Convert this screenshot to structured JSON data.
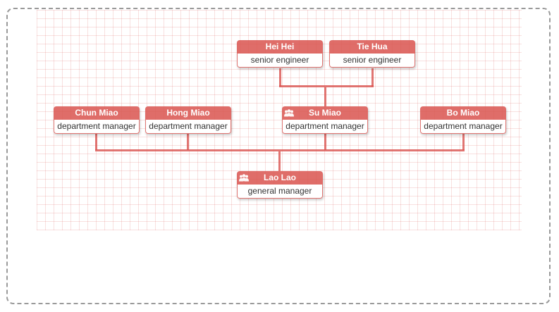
{
  "org_chart": {
    "type": "organizational-chart",
    "direction": "bottom-to-top",
    "root": "Lao Lao",
    "nodes": [
      {
        "id": "hei-hei",
        "name": "Hei Hei",
        "title": "senior engineer",
        "icon": null,
        "parent": "Su Miao"
      },
      {
        "id": "tie-hua",
        "name": "Tie Hua",
        "title": "senior engineer",
        "icon": null,
        "parent": "Su Miao"
      },
      {
        "id": "chun-miao",
        "name": "Chun Miao",
        "title": "department manager",
        "icon": null,
        "parent": "Lao Lao"
      },
      {
        "id": "hong-miao",
        "name": "Hong Miao",
        "title": "department manager",
        "icon": null,
        "parent": "Lao Lao"
      },
      {
        "id": "su-miao",
        "name": "Su Miao",
        "title": "department manager",
        "icon": "users-icon",
        "parent": "Lao Lao"
      },
      {
        "id": "bo-miao",
        "name": "Bo Miao",
        "title": "department manager",
        "icon": null,
        "parent": "Lao Lao"
      },
      {
        "id": "lao-lao",
        "name": "Lao Lao",
        "title": "general manager",
        "icon": "users-icon",
        "parent": null
      }
    ],
    "edges": [
      {
        "from": "Lao Lao",
        "to": [
          "Chun Miao",
          "Hong Miao",
          "Su Miao",
          "Bo Miao"
        ]
      },
      {
        "from": "Su Miao",
        "to": [
          "Hei Hei",
          "Tie Hua"
        ]
      }
    ],
    "colors": {
      "node_header_bg": "#d9534f",
      "node_border": "#d9534f",
      "connector": "#dd7673",
      "grid_line": "#f3cfcf",
      "frame_dash": "#9a9a9a",
      "header_text": "#ffffff",
      "body_text": "#333333"
    }
  }
}
